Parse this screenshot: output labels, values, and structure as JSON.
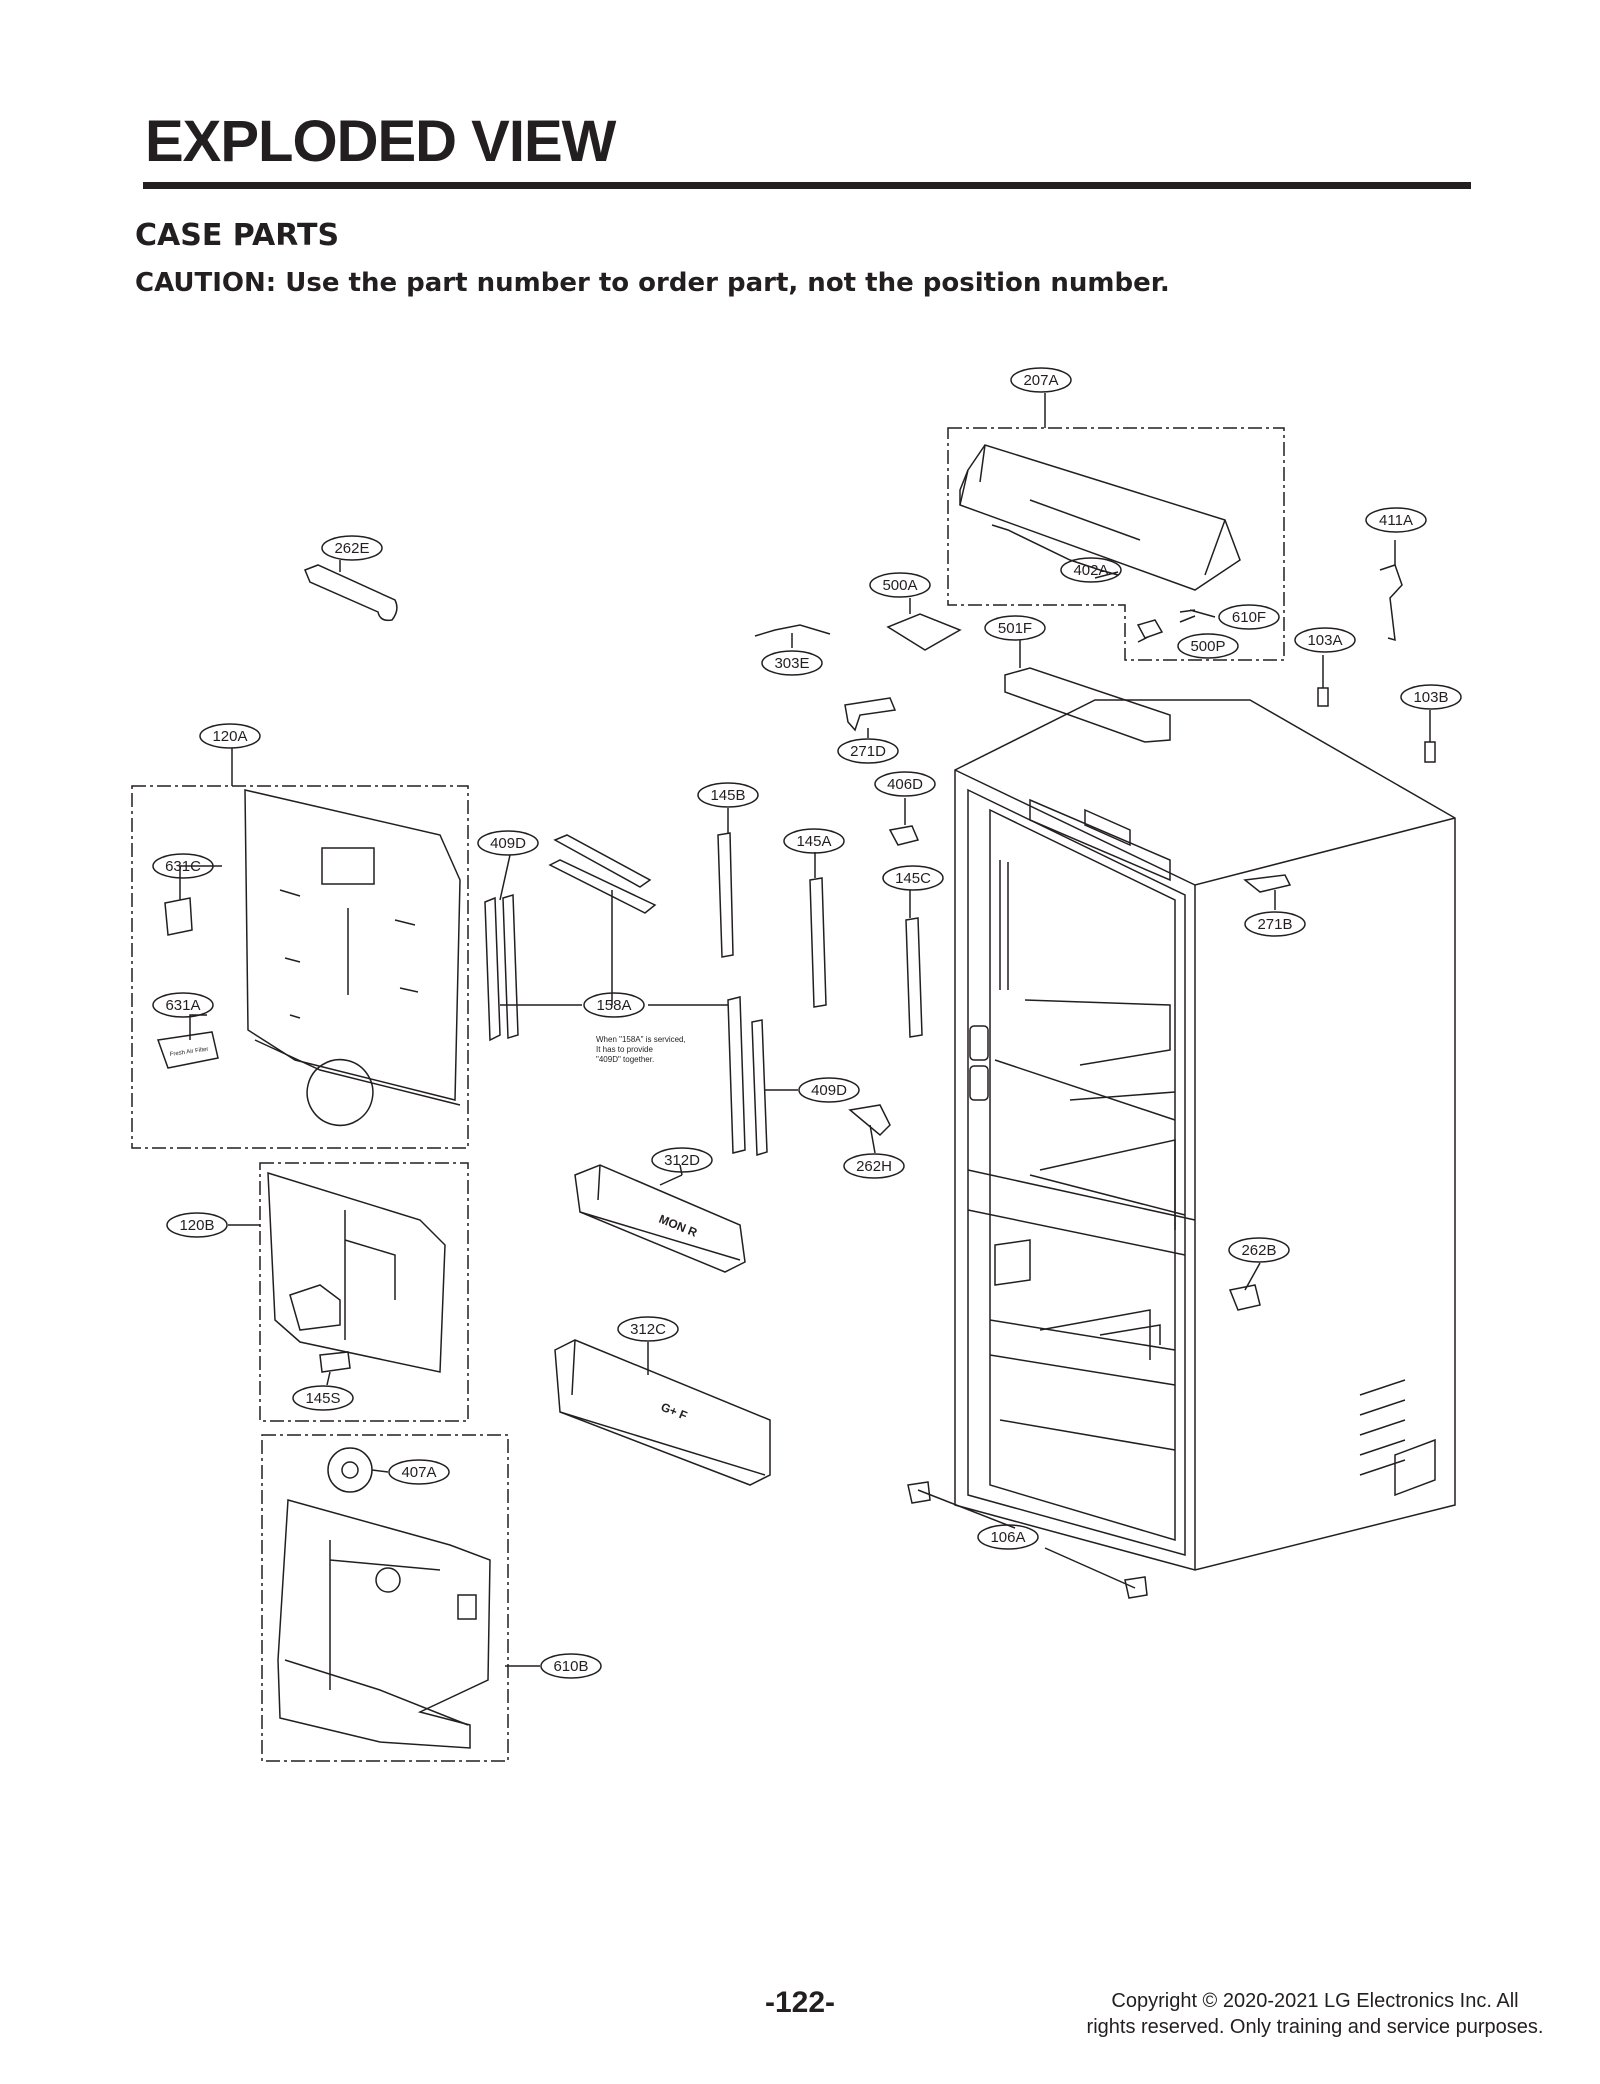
{
  "page": {
    "title": "EXPLODED VIEW",
    "section_title": "CASE PARTS",
    "caution": "CAUTION: Use the part number to order part, not the position number.",
    "page_number": "-122-",
    "copyright": "Copyright © 2020-2021 LG Electronics Inc. All rights reserved. Only training and service purposes."
  },
  "diagram": {
    "callouts": {
      "c207A": "207A",
      "c411A": "411A",
      "c402A": "402A",
      "c500A": "500A",
      "c610F": "610F",
      "c501F": "501F",
      "c500P": "500P",
      "c103A": "103A",
      "c303E": "303E",
      "c103B": "103B",
      "c262E": "262E",
      "c120A": "120A",
      "c271D": "271D",
      "c406D": "406D",
      "c145B": "145B",
      "c145A": "145A",
      "c409D_top": "409D",
      "c631C": "631C",
      "c145C": "145C",
      "c271B": "271B",
      "c631A": "631A",
      "c158A": "158A",
      "c409D_bottom": "409D",
      "c262H": "262H",
      "c312D": "312D",
      "c120B": "120B",
      "c262B": "262B",
      "c312C": "312C",
      "c145S": "145S",
      "c407A": "407A",
      "c106A": "106A",
      "c610B": "610B"
    },
    "note_lines": [
      "When \"158A\" is serviced,",
      "It has to provide",
      "\"409D\" together."
    ],
    "part_text": {
      "filter_label": "Fresh Air Filter",
      "bin_312D": "MON R",
      "bin_312C": "G+ F"
    }
  }
}
